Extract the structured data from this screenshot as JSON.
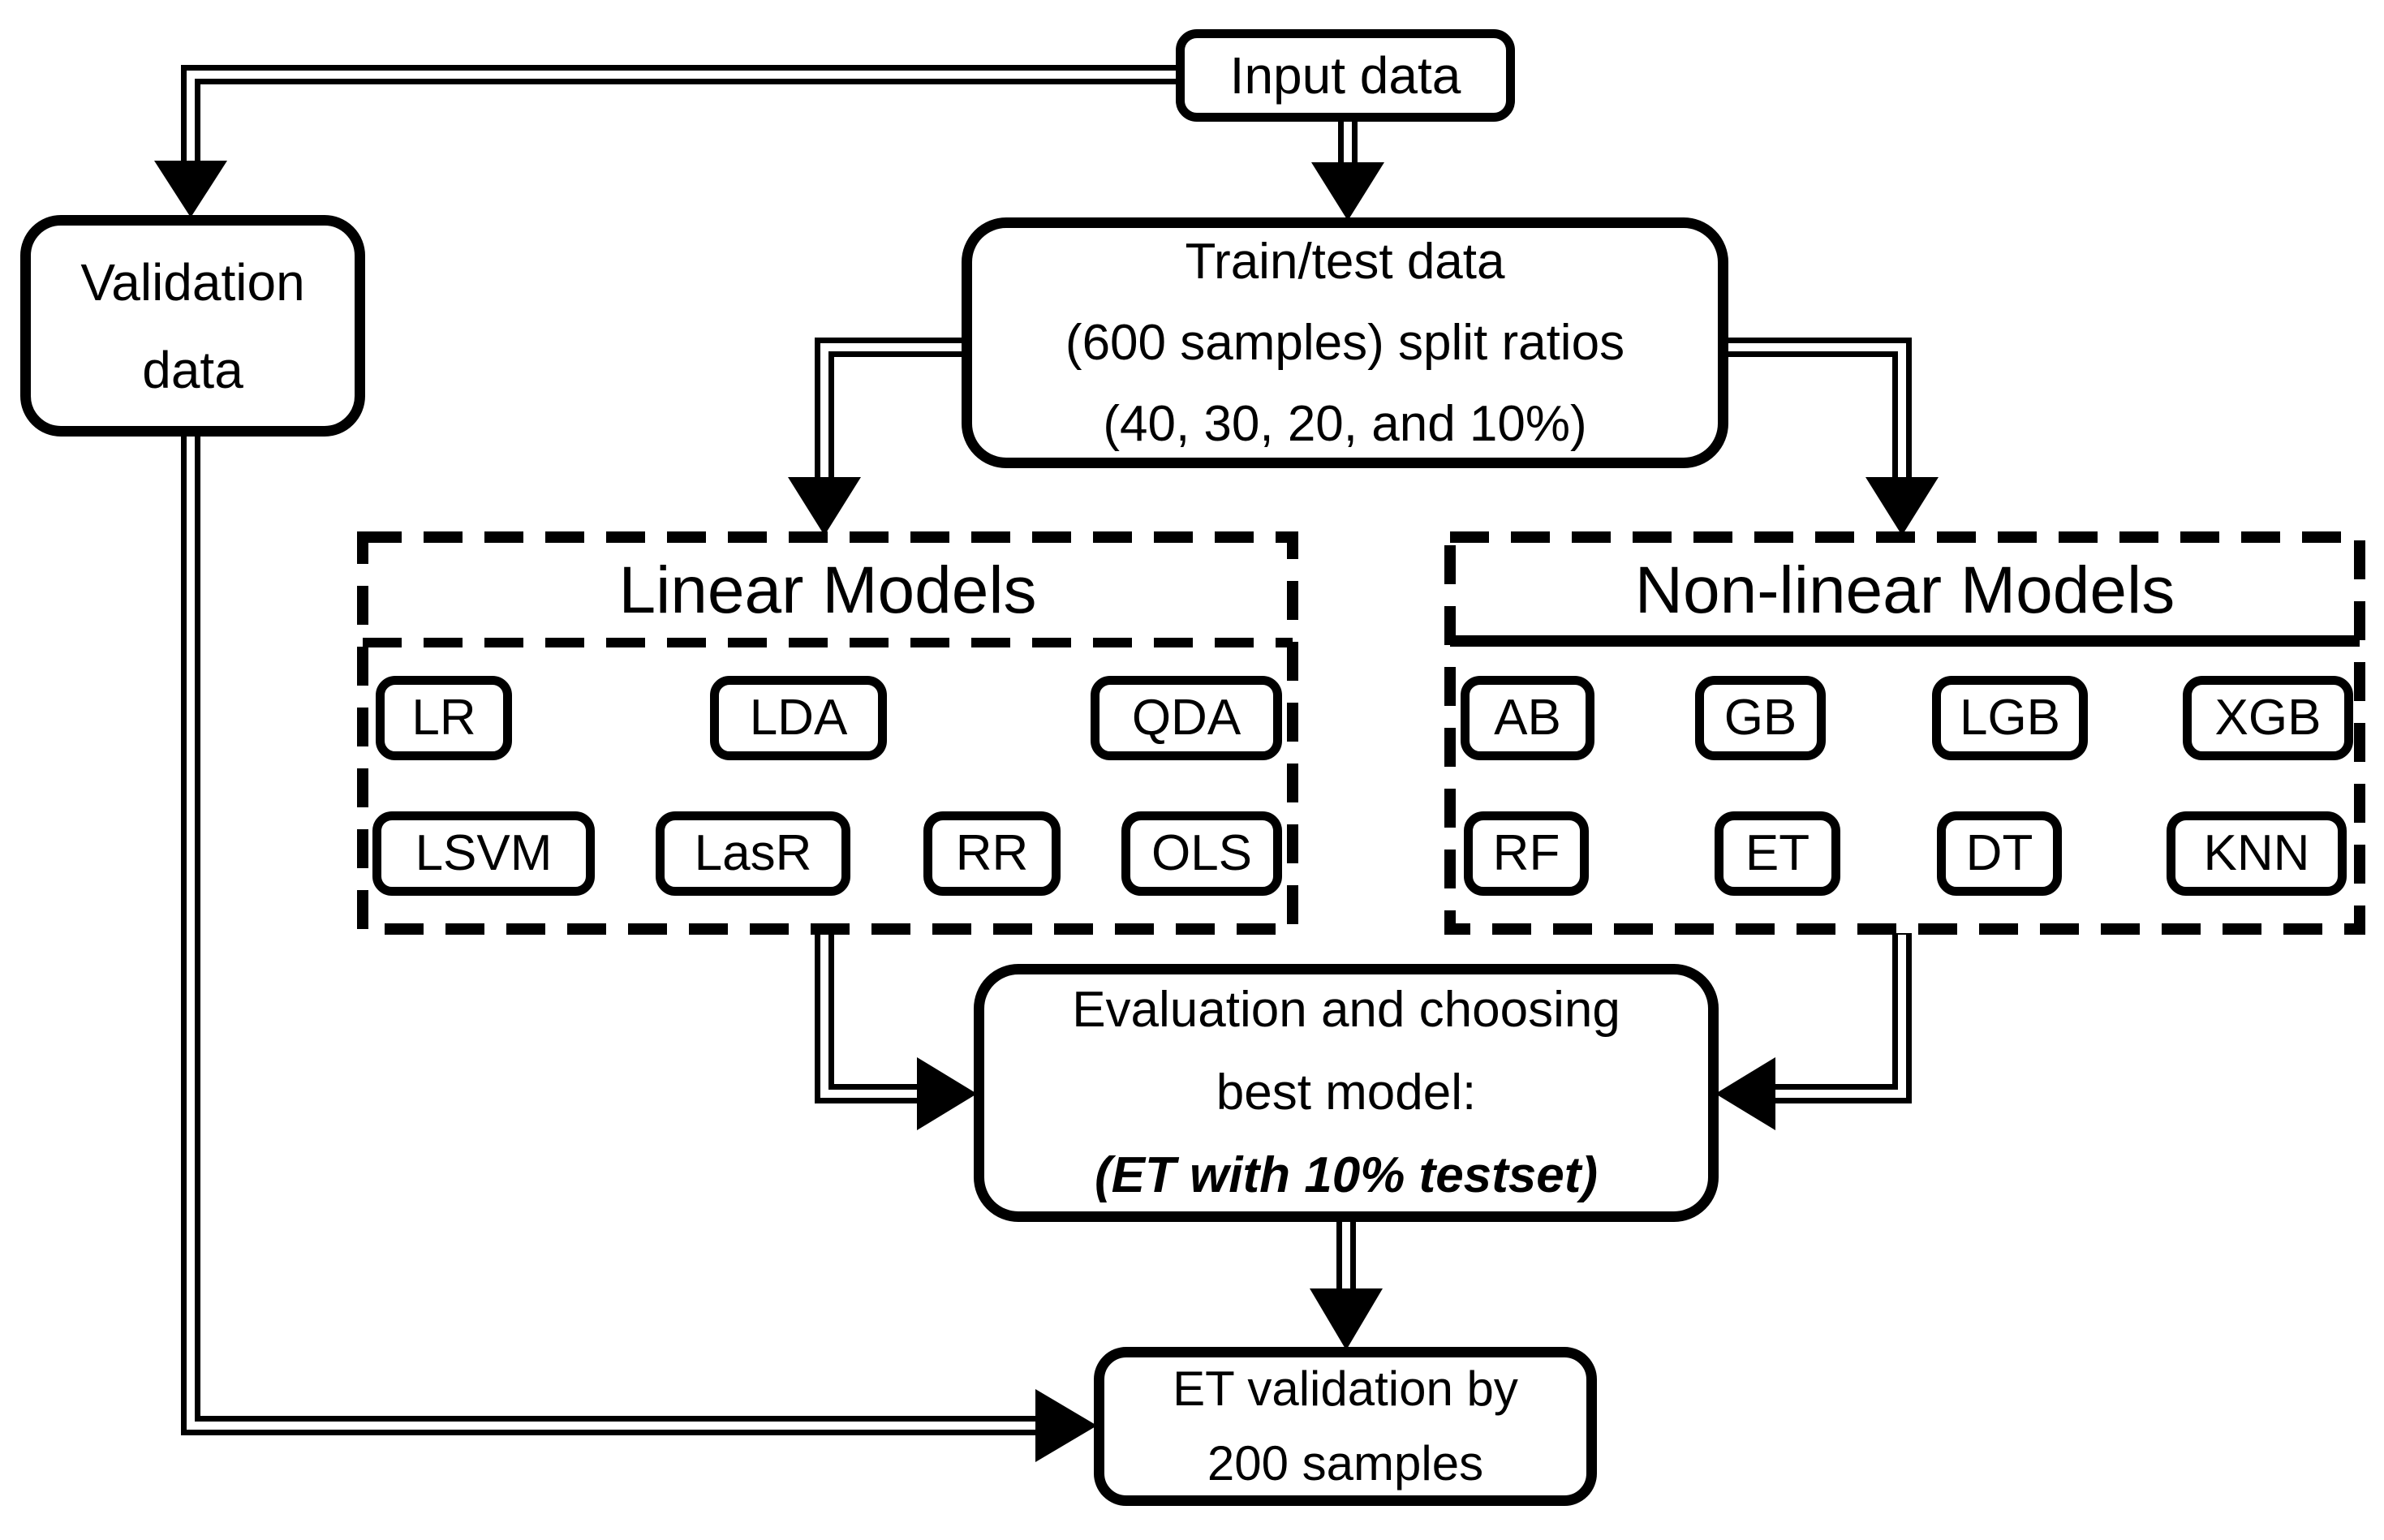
{
  "diagram": {
    "colors": {
      "ink": "#000000",
      "background": "#ffffff"
    },
    "nodes": {
      "input_data": {
        "label": "Input data"
      },
      "validation_data": {
        "line1": "Validation",
        "line2": "data"
      },
      "train_test": {
        "line1": "Train/test data",
        "line2": "(600 samples) split ratios",
        "line3": "(40, 30, 20, and 10%)"
      },
      "evaluation": {
        "line1": "Evaluation and choosing",
        "line2": "best model:",
        "line3": "(ET with 10% testset)"
      },
      "et_validation": {
        "line1": "ET validation by",
        "line2": "200 samples"
      }
    },
    "groups": {
      "linear": {
        "title": "Linear Models",
        "row1": [
          "LR",
          "LDA",
          "QDA"
        ],
        "row2": [
          "LSVM",
          "LasR",
          "RR",
          "OLS"
        ]
      },
      "nonlinear": {
        "title": "Non-linear Models",
        "row1": [
          "AB",
          "GB",
          "LGB",
          "XGB"
        ],
        "row2": [
          "RF",
          "ET",
          "DT",
          "KNN"
        ]
      }
    }
  }
}
